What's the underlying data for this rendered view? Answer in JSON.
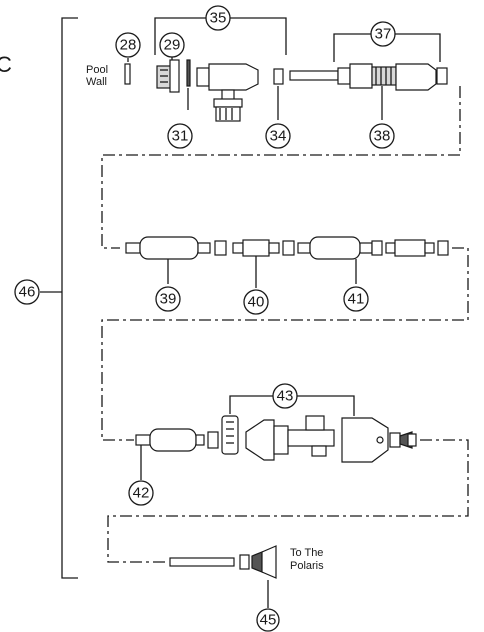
{
  "edge_mark": "C",
  "labels": {
    "pool_wall": [
      "Pool",
      "Wall"
    ],
    "to_polaris": [
      "To The",
      "Polaris"
    ]
  },
  "callouts": [
    "28",
    "29",
    "31",
    "34",
    "35",
    "37",
    "38",
    "39",
    "40",
    "41",
    "42",
    "43",
    "45",
    "46"
  ]
}
